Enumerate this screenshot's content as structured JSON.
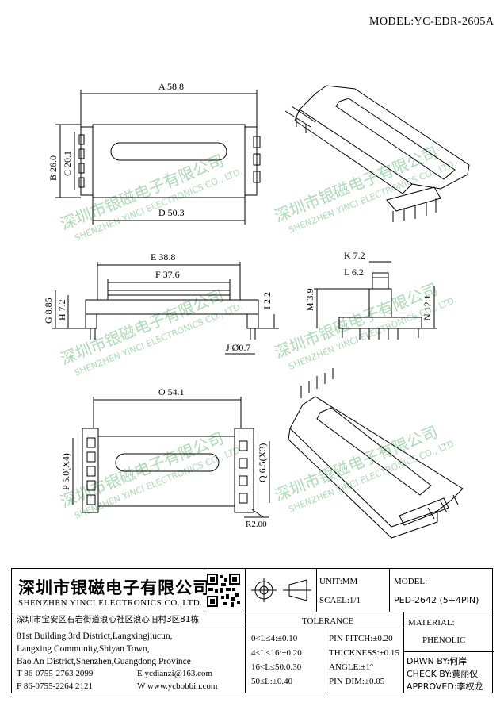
{
  "header": {
    "model_label": "MODEL:YC-EDR-2605A"
  },
  "watermark": {
    "cn": "深圳市银磁电子有限公司",
    "en": "SHENZHEN YINCI ELECTRONICS CO., LTD."
  },
  "dimensions": {
    "A": "A 58.8",
    "B": "B 26.0",
    "C": "C 20.1",
    "D": "D 50.3",
    "E": "E 38.8",
    "F": "F 37.6",
    "G": "G 8.85",
    "H": "H 7.2",
    "I": "I 2.2",
    "J": "J Ø0.7",
    "K": "K 7.2",
    "L": "L 6.2",
    "M": "M 3.9",
    "N": "N 12.1",
    "O": "O 54.1",
    "P": "P 5.0(X4)",
    "Q": "Q 6.5(X3)",
    "R": "R2.00"
  },
  "title_block": {
    "company_cn": "深圳市银磁电子有限公司",
    "company_en": "SHENZHEN YINCI ELECTRONICS CO.,LTD.",
    "address": [
      "深圳市宝安区石岩街道浪心社区浪心旧村3区81栋",
      "81st Building,3rd District,Langxingjiucun,",
      "Langxing Community,Shiyan Town,",
      "Bao'An District,Shenzhen,Guangdong Province"
    ],
    "phone": "T 86-0755-2763 2099",
    "email": "E ycdianzi@163.com",
    "fax": "F 86-0755-2264 2121",
    "website": "W www.ycbobbin.com",
    "unit": "UNIT:MM",
    "scale": "SCAEL:1/1",
    "model_label": "MODEL:",
    "model_value": "PED-2642 (5+4PIN)",
    "tolerance_title": "TOLERANCE",
    "tolerances": [
      "0<L≤4:±0.10",
      "4<L≤16:±0.20",
      "16<L≤50:0.30",
      "50≤L:±0.40"
    ],
    "tolerances_right": [
      "PIN PITCH:±0.20",
      "THICKNESS:±0.15",
      "ANGLE:±1°",
      "PIN DIM:±0.05"
    ],
    "material_label": "MATERIAL:",
    "material_value": "PHENOLIC",
    "drawn_by": "DRWN BY:何岸",
    "check_by": "CHECK BY:黄丽仪",
    "approved": "APPROVED:李权龙"
  }
}
